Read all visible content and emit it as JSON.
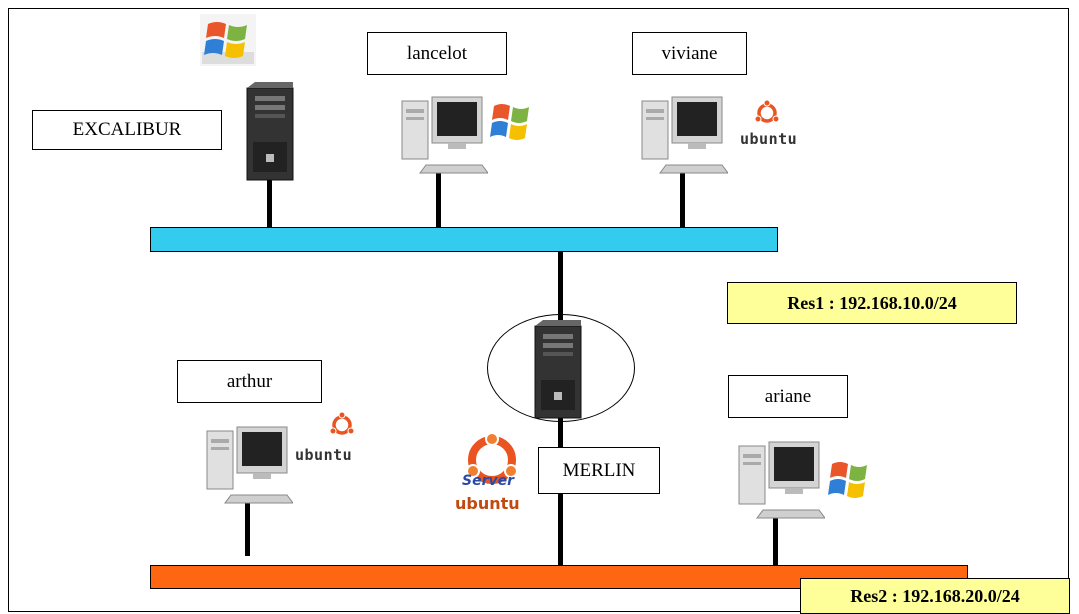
{
  "hosts": {
    "excalibur": "EXCALIBUR",
    "lancelot": "lancelot",
    "viviane": "viviane",
    "arthur": "arthur",
    "ariane": "ariane",
    "merlin": "MERLIN"
  },
  "networks": {
    "res1": "Res1 : 192.168.10.0/24",
    "res2": "Res2 : 192.168.20.0/24"
  },
  "os_logos": {
    "ubuntu_wordmark": "ubuntu",
    "server_badge": "Server",
    "server_wordmark": "ubuntu"
  },
  "colors": {
    "res1_bus": "#33ccee",
    "res2_bus": "#ff6611",
    "net_label_bg": "#ffff99"
  }
}
